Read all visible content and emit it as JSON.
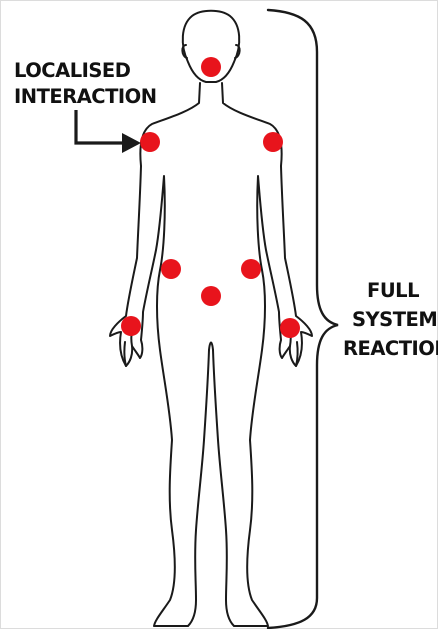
{
  "labels": {
    "left_line1": "LOCALISED",
    "left_line2": "INTERACTION",
    "right_line1": "FULL",
    "right_line2": "SYSTEM",
    "right_line3": "REACTION"
  },
  "colors": {
    "point": "#e8141c",
    "outline": "#1a1a1a",
    "text": "#111111",
    "background": "#ffffff"
  },
  "icons": {
    "body": "human-body-outline-icon",
    "arrow": "right-arrow-icon",
    "brace": "curly-brace-icon"
  }
}
